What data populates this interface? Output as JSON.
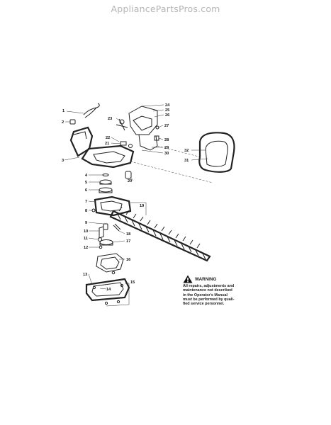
{
  "watermark": "AppliancePartsPros.com",
  "callouts": [
    "1",
    "2",
    "3",
    "4",
    "5",
    "6",
    "7",
    "8",
    "9",
    "10",
    "11",
    "12",
    "13",
    "14",
    "15",
    "16",
    "17",
    "18",
    "19",
    "20",
    "21",
    "22",
    "23",
    "24",
    "25",
    "26",
    "27",
    "28",
    "29",
    "30",
    "31",
    "32"
  ],
  "warning": {
    "title": "WARNING",
    "lines": [
      "All repairs, adjustments and",
      "maintenance not described",
      "in the Operator's Manual",
      "must be performed by quali-",
      "fied service personnel."
    ]
  },
  "colors": {
    "ink": "#222222",
    "watermark": "#b5b5b5",
    "background": "#ffffff"
  }
}
